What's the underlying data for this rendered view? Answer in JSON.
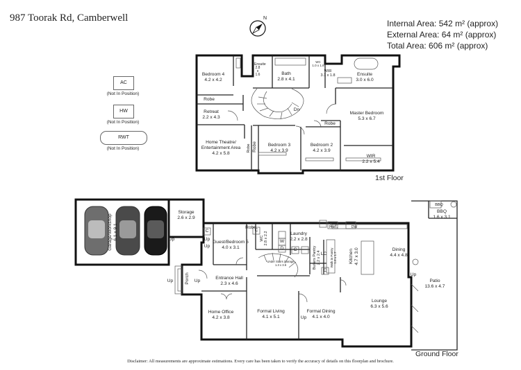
{
  "address": "987 Toorak Rd, Camberwell",
  "compass_label": "N",
  "areas": {
    "internal": "Internal Area: 542 m² (approx)",
    "external": "External Area: 64 m² (approx)",
    "total": "Total Area: 606 m² (approx)"
  },
  "key": [
    {
      "label": "AC",
      "note": "(Not In Position)"
    },
    {
      "label": "HW",
      "note": "(Not In Position)"
    },
    {
      "label": "RWT",
      "note": "(Not In Position)"
    }
  ],
  "first_floor": {
    "label": "1st Floor",
    "rooms": [
      {
        "name": "Bedroom 4",
        "dim": "4.2 x 4.2"
      },
      {
        "name": "Ensuite",
        "dim": "2.8 x 1.6"
      },
      {
        "name": "Bath",
        "dim": "2.8 x 4.1"
      },
      {
        "name": "WC",
        "dim": "1.0 x 1.8"
      },
      {
        "name": "WIR",
        "dim": "3.1 x 1.8"
      },
      {
        "name": "Ensuite",
        "dim": "3.0 x 6.0"
      },
      {
        "name": "Retreat",
        "dim": "2.2 x 4.3"
      },
      {
        "name": "Master Bedroom",
        "dim": "5.3 x 6.7"
      },
      {
        "name": "Home Theatre/ Entertainment Area",
        "dim": "4.2 x 5.8"
      },
      {
        "name": "Bedroom 3",
        "dim": "4.2 x 3.9"
      },
      {
        "name": "Bedroom 2",
        "dim": "4.2 x 3.9"
      },
      {
        "name": "WIR",
        "dim": "2.2 x 5.4"
      }
    ],
    "labels": [
      "Robe",
      "Robe",
      "Robe",
      "Robe",
      "Dn"
    ]
  },
  "ground_floor": {
    "label": "Ground Floor",
    "rooms": [
      {
        "name": "Garage/Workshop",
        "dim": "6.1 x 9.1"
      },
      {
        "name": "Storage",
        "dim": "2.6 x 2.9"
      },
      {
        "name": "Guest/Bedroom 5",
        "dim": "4.0 x 3.1"
      },
      {
        "name": "WC",
        "dim": "2.8 x 2.2"
      },
      {
        "name": "Laundry",
        "dim": "2.2 x 2.8"
      },
      {
        "name": "Butlers Pantry",
        "dim": "2.2 x 2.4"
      },
      {
        "name": "Walk in Pantry",
        "dim": "1.6 x 1.7"
      },
      {
        "name": "Kitchen",
        "dim": "4.7 x 3.0"
      },
      {
        "name": "Dining",
        "dim": "4.4 x 4.8"
      },
      {
        "name": "BBQ",
        "dim": "1.6 x 3.1"
      },
      {
        "name": "Patio",
        "dim": "13.6 x 4.7"
      },
      {
        "name": "Entrance Hall",
        "dim": "2.3 x 4.6"
      },
      {
        "name": "Home Office",
        "dim": "4.2 x 3.8"
      },
      {
        "name": "Formal Living",
        "dim": "4.1 x 5.1"
      },
      {
        "name": "Formal Dining",
        "dim": "4.1 x 4.0"
      },
      {
        "name": "Lounge",
        "dim": "6.3 x 5.6"
      },
      {
        "name": "Porch",
        "dim": ""
      },
      {
        "name": "Under Stairs Storage",
        "dim": "1.3 x 3.6"
      }
    ],
    "labels": [
      "Up",
      "Up",
      "Up",
      "Up",
      "Up",
      "Up",
      "Up",
      "Robe",
      "Ref.",
      "DW",
      "LC",
      "BBQ"
    ],
    "appliance_marks": [
      "C",
      "C",
      "C",
      "C",
      "W",
      "D"
    ]
  },
  "disclaimer": "Disclaimer: All measurements are approximate estimations. Every care has been taken to verify the accuracy of details on this floorplan and brochure."
}
